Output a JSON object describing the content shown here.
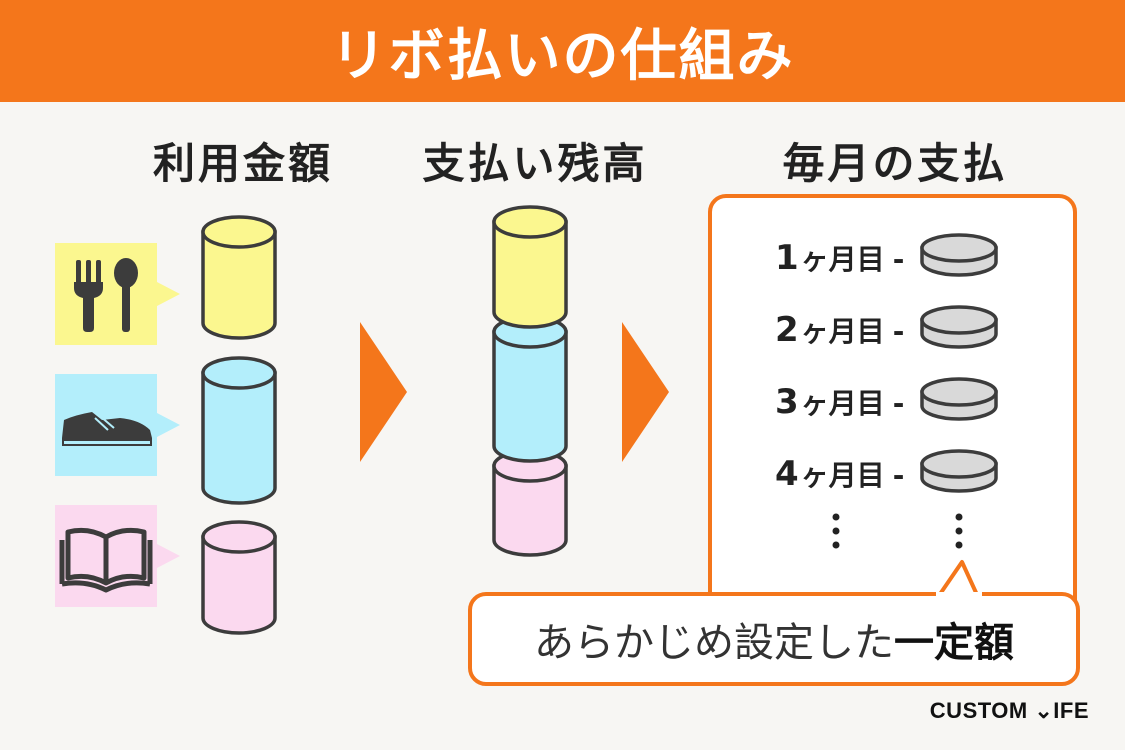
{
  "title": "リボ払いの仕組み",
  "columns": {
    "usage": "利用金額",
    "balance": "支払い残高",
    "monthly": "毎月の支払"
  },
  "months": [
    {
      "num": "1",
      "suffix": "ヶ月目",
      "dash": "-"
    },
    {
      "num": "2",
      "suffix": "ヶ月目",
      "dash": "-"
    },
    {
      "num": "3",
      "suffix": "ヶ月目",
      "dash": "-"
    },
    {
      "num": "4",
      "suffix": "ヶ月目",
      "dash": "-"
    }
  ],
  "callout": {
    "normal": "あらかじめ設定した",
    "bold": "一定額"
  },
  "logo": "CUSTOM ⌄IFE",
  "icons": [
    "fork-spoon-icon",
    "sneaker-icon",
    "book-icon"
  ],
  "colors": {
    "accent": "#f4761b",
    "yellow": "#fbf78f",
    "blue": "#b3eefb",
    "pink": "#fbd9ef",
    "coin": "#d9d9d9"
  }
}
